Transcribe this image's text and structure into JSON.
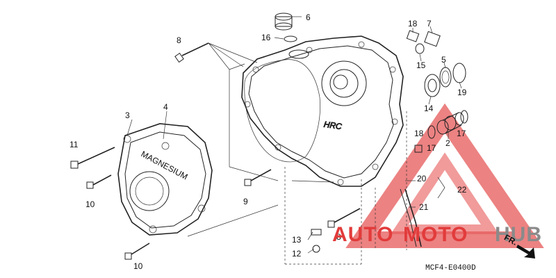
{
  "diagram": {
    "code": "MCF4-E0400D",
    "cover_text": "MAGNESIUM",
    "case_text": "HRC",
    "direction_label": "FR.",
    "labels": [
      "6",
      "16",
      "18",
      "7",
      "8",
      "15",
      "5",
      "19",
      "14",
      "3",
      "4",
      "2",
      "17",
      "17",
      "18",
      "11",
      "10",
      "20",
      "22",
      "9",
      "21",
      "13",
      "8",
      "12",
      "10"
    ]
  },
  "watermark": {
    "text_a": "AUTO",
    "text_b": "MOTO",
    "text_c": "HUB",
    "color_red": "#e23b3b",
    "color_gray": "#8a8a8a"
  }
}
